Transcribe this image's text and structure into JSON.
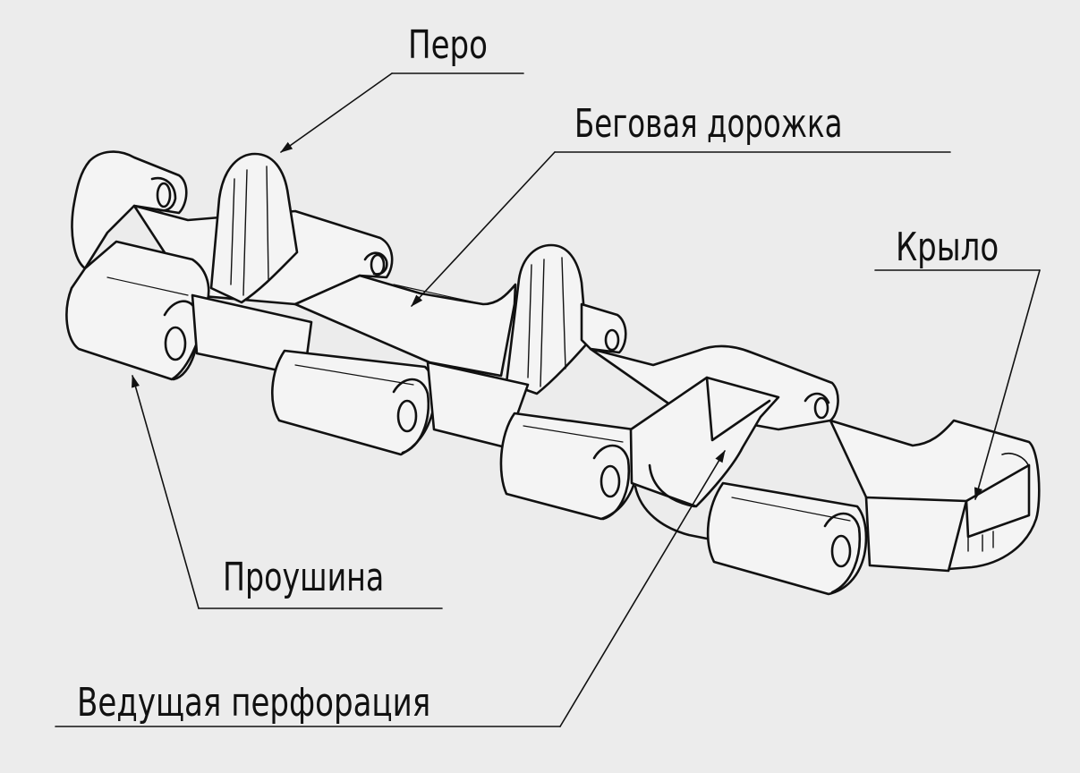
{
  "labels": {
    "pero": "Перо",
    "track": "Беговая дорожка",
    "wing": "Крыло",
    "lug": "Проушина",
    "perforation": "Ведущая перфорация"
  },
  "colors": {
    "background": "#ececec",
    "line": "#111111",
    "fill": "#f4f4f4"
  }
}
